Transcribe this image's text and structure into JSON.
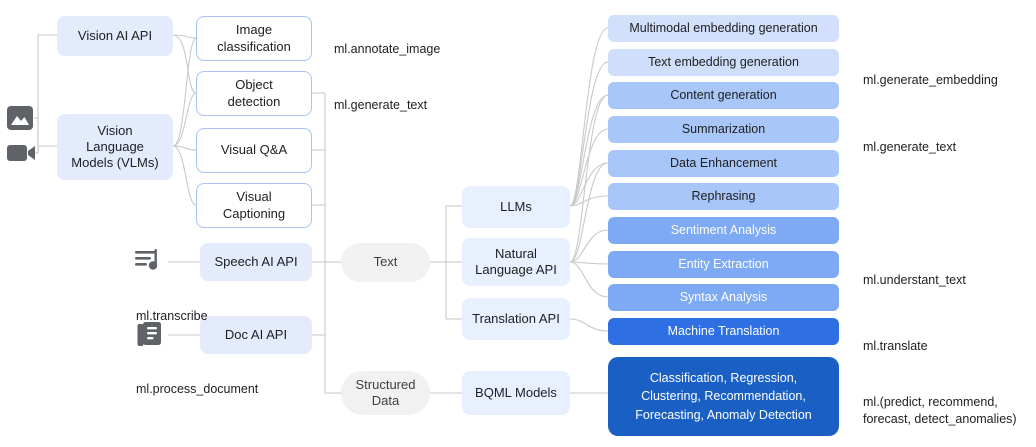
{
  "diagram": {
    "title": "Google Cloud ML capabilities map",
    "colors": {
      "blue_soft": "#e3ebfd",
      "blue_pale": "#e8effd",
      "outline_border": "#a9c4f5",
      "pill_gray": "#f1f1f1",
      "wire": "#c9c9c9",
      "shade_1": "#d2e0fb",
      "shade_2": "#cfdffb",
      "shade_3": "#a9c6f8",
      "shade_4": "#a9c6f8",
      "shade_5": "#a9c6f8",
      "shade_6": "#a9c6f8",
      "shade_7": "#7da9f5",
      "shade_8": "#7da9f5",
      "shade_9": "#7da9f5",
      "shade_10": "#2f6fe4",
      "bqml": "#1a5fc4",
      "icon_gray": "#5f6368",
      "text_dark": "#202124",
      "text_white": "#ffffff"
    }
  },
  "inputs": [
    {
      "name": "image-icon",
      "icon": "image-icon"
    },
    {
      "name": "video-icon",
      "icon": "video-icon"
    },
    {
      "name": "audio-icon",
      "icon": "audio-icon"
    },
    {
      "name": "document-icon",
      "icon": "document-icon"
    }
  ],
  "column1": [
    {
      "id": "vision-ai-api",
      "label": "Vision AI API"
    },
    {
      "id": "vlm",
      "label": "Vision\nLanguage\nModels (VLMs)"
    },
    {
      "id": "speech-ai-api",
      "label": "Speech AI API"
    },
    {
      "id": "doc-ai-api",
      "label": "Doc AI API"
    }
  ],
  "column2": [
    {
      "id": "image-classification",
      "label": "Image\nclassification"
    },
    {
      "id": "object-detection",
      "label": "Object\ndetection"
    },
    {
      "id": "visual-qa",
      "label": "Visual Q&A"
    },
    {
      "id": "visual-captioning",
      "label": "Visual\nCaptioning"
    }
  ],
  "pills": [
    {
      "id": "text",
      "label": "Text"
    },
    {
      "id": "structured-data",
      "label": "Structured\nData"
    }
  ],
  "column3": [
    {
      "id": "llms",
      "label": "LLMs"
    },
    {
      "id": "natural-language-api",
      "label": "Natural\nLanguage API"
    },
    {
      "id": "translation-api",
      "label": "Translation API"
    },
    {
      "id": "bqml-models",
      "label": "BQML Models"
    }
  ],
  "capabilities": [
    {
      "id": "multimodal-embedding-generation",
      "label": "Multimodal embedding generation",
      "fill": "#d2e0fb",
      "text": "#202124"
    },
    {
      "id": "text-embedding-generation",
      "label": "Text embedding generation",
      "fill": "#cfdffb",
      "text": "#202124"
    },
    {
      "id": "content-generation",
      "label": "Content generation",
      "fill": "#a9c6f8",
      "text": "#202124"
    },
    {
      "id": "summarization",
      "label": "Summarization",
      "fill": "#a9c6f8",
      "text": "#202124"
    },
    {
      "id": "data-enhancement",
      "label": "Data Enhancement",
      "fill": "#a9c6f8",
      "text": "#202124"
    },
    {
      "id": "rephrasing",
      "label": "Rephrasing",
      "fill": "#a9c6f8",
      "text": "#202124"
    },
    {
      "id": "sentiment-analysis",
      "label": "Sentiment Analysis",
      "fill": "#7da9f5",
      "text": "#ffffff"
    },
    {
      "id": "entity-extraction",
      "label": "Entity Extraction",
      "fill": "#7da9f5",
      "text": "#ffffff"
    },
    {
      "id": "syntax-analysis",
      "label": "Syntax Analysis",
      "fill": "#7da9f5",
      "text": "#ffffff"
    },
    {
      "id": "machine-translation",
      "label": "Machine Translation",
      "fill": "#2f6fe4",
      "text": "#ffffff"
    }
  ],
  "bqml_box": {
    "id": "bqml-capabilities",
    "label": "Classification, Regression,\nClustering, Recommendation,\nForecasting, Anomaly Detection",
    "fill": "#1a5fc4",
    "text": "#ffffff"
  },
  "annotations": [
    {
      "id": "ann-annotate-image",
      "label": "ml.annotate_image"
    },
    {
      "id": "ann-generate-text-left",
      "label": "ml.generate_text"
    },
    {
      "id": "ann-transcribe",
      "label": "ml.transcribe"
    },
    {
      "id": "ann-process-document",
      "label": "ml.process_document"
    },
    {
      "id": "ann-generate-embedding",
      "label": "ml.generate_embedding"
    },
    {
      "id": "ann-generate-text-right",
      "label": "ml.generate_text"
    },
    {
      "id": "ann-understant-text",
      "label": "ml.understant_text"
    },
    {
      "id": "ann-translate",
      "label": "ml.translate"
    },
    {
      "id": "ann-bqml",
      "label": "ml.(predict, recommend,\nforecast, detect_anomalies)"
    }
  ]
}
